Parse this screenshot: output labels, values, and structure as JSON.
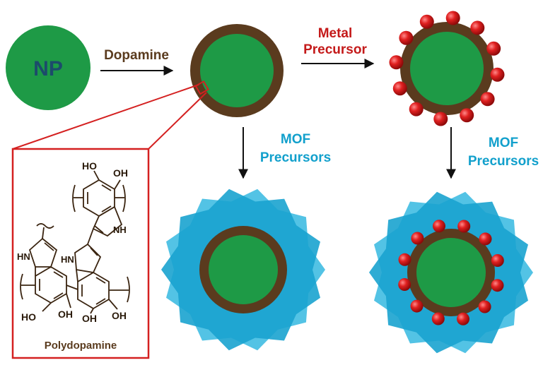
{
  "labels": {
    "np": "NP",
    "dopamine": "Dopamine",
    "metal_precursor_line1": "Metal",
    "metal_precursor_line2": "Precursor",
    "mof_precursors_line1": "MOF",
    "mof_precursors_line2": "Precursors",
    "polydopamine": "Polydopamine"
  },
  "structure_labels": {
    "oh": "OH",
    "ho": "HO",
    "nh": "NH",
    "hn": "HN"
  },
  "colors": {
    "core": "#1e9a46",
    "shell": "#5a3b1e",
    "particle": "#d91c1c",
    "mof": "#1aa3cf",
    "mof_light": "#35b8e0",
    "metal_label": "#c41a1a",
    "mof_label": "#12a0cc",
    "dopamine_label": "#5a3b1e",
    "np_label": "#1c4b6b",
    "inset_border": "#d42020",
    "arrow": "#111111"
  }
}
